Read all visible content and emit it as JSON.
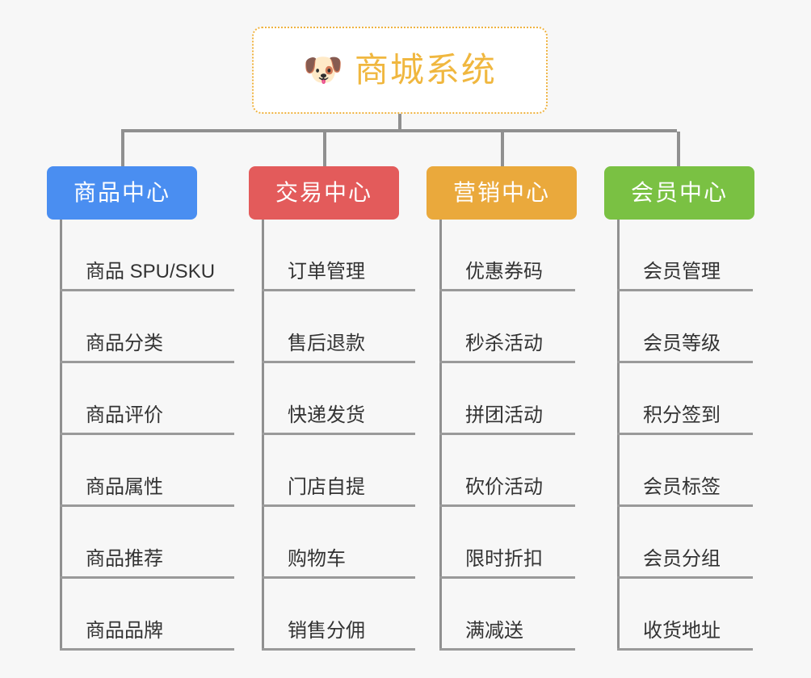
{
  "page": {
    "background_color": "#f7f7f7",
    "connector_color": "#909090",
    "leaf_text_color": "#333333"
  },
  "root": {
    "title": "商城系统",
    "icon": "dog-face-emoji",
    "icon_glyph": "🐶",
    "text_color": "#f0b73f",
    "border_color": "#efb341",
    "background": "#ffffff"
  },
  "categories": [
    {
      "label": "商品中心",
      "color": "#4a8ef1",
      "items": [
        "商品 SPU/SKU",
        "商品分类",
        "商品评价",
        "商品属性",
        "商品推荐",
        "商品品牌"
      ]
    },
    {
      "label": "交易中心",
      "color": "#e35b5b",
      "items": [
        "订单管理",
        "售后退款",
        "快递发货",
        "门店自提",
        "购物车",
        "销售分佣"
      ]
    },
    {
      "label": "营销中心",
      "color": "#eaa93c",
      "items": [
        "优惠券码",
        "秒杀活动",
        "拼团活动",
        "砍价活动",
        "限时折扣",
        "满减送"
      ]
    },
    {
      "label": "会员中心",
      "color": "#7ac143",
      "items": [
        "会员管理",
        "会员等级",
        "积分签到",
        "会员标签",
        "会员分组",
        "收货地址"
      ]
    }
  ]
}
